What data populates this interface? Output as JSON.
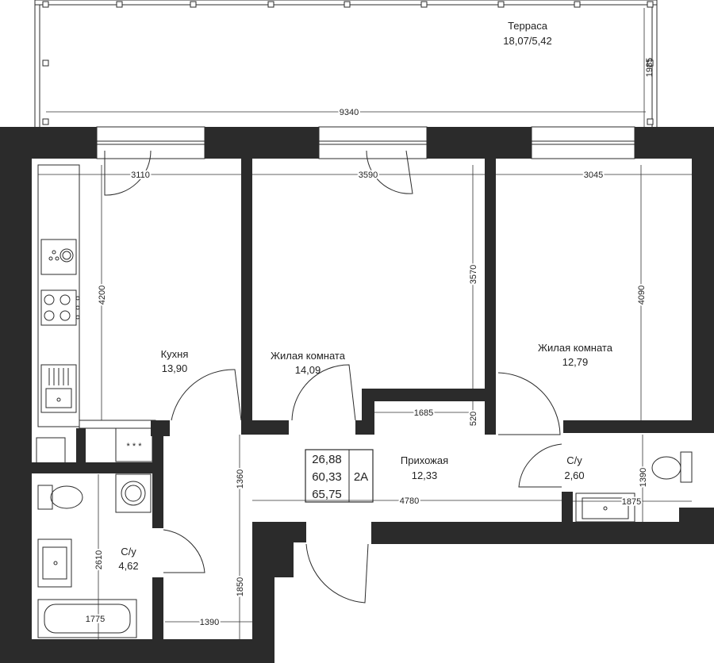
{
  "rooms": {
    "terrace": {
      "name": "Терраса",
      "area": "18,07/5,42"
    },
    "kitchen": {
      "name": "Кухня",
      "area": "13,90"
    },
    "living1": {
      "name": "Жилая комната",
      "area": "14,09"
    },
    "living2": {
      "name": "Жилая комната",
      "area": "12,79"
    },
    "hall": {
      "name": "Прихожая",
      "area": "12,33"
    },
    "wc_small": {
      "name": "С/у",
      "area": "2,60"
    },
    "bath": {
      "name": "С/у",
      "area": "4,62"
    }
  },
  "summary": {
    "living_area": "26,88",
    "total_area": "60,33",
    "total_with_terrace": "65,75",
    "type": "2А"
  },
  "dimensions": {
    "terrace_width": "9340",
    "terrace_depth": "1985",
    "kitchen_width": "3110",
    "kitchen_length": "4200",
    "living1_width": "3590",
    "living1_length": "3570",
    "living2_width": "3045",
    "living2_length": "4090",
    "niche_width": "1685",
    "niche_depth": "520",
    "hall_width": "1360",
    "hall_length": "4780",
    "hall_lower": "1850",
    "corridor_width": "1390",
    "bath_length": "2610",
    "bathtub_width": "1775",
    "wc_small_depth": "1390",
    "wc_small_width": "1875"
  }
}
